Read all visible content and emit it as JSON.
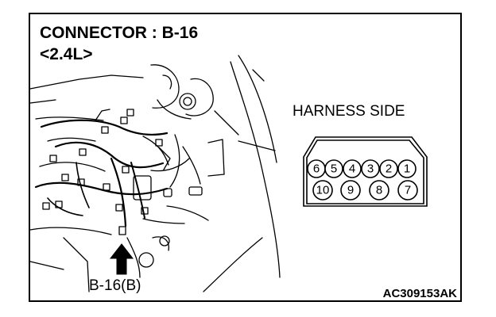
{
  "title": "CONNECTOR : B-16",
  "variant": "<2.4L>",
  "side_label": "HARNESS SIDE",
  "connector_callout": "B-16(B)",
  "figure_code": "AC309153AK",
  "pins_top_row": [
    "6",
    "5",
    "4",
    "3",
    "2",
    "1"
  ],
  "pins_bottom_row": [
    "10",
    "9",
    "8",
    "7"
  ],
  "colors": {
    "line": "#000000",
    "background": "#ffffff"
  },
  "icons": [
    "up-arrow-icon"
  ]
}
